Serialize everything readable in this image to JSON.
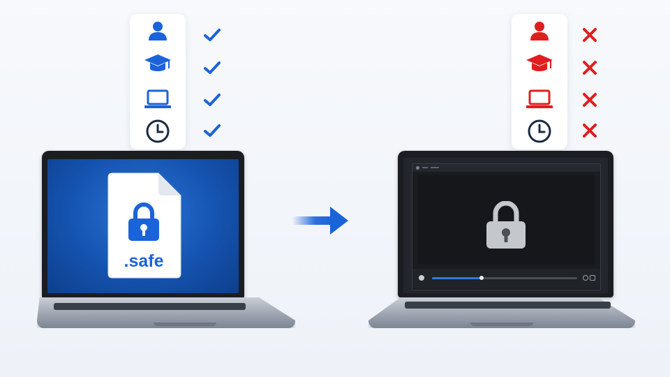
{
  "left_panel": {
    "status": "allowed",
    "accent_color": "#1b63d8",
    "items": [
      {
        "icon": "user-icon"
      },
      {
        "icon": "graduation-cap-icon"
      },
      {
        "icon": "laptop-icon"
      },
      {
        "icon": "clock-icon"
      }
    ],
    "mark_icon": "checkmark-icon"
  },
  "right_panel": {
    "status": "denied",
    "accent_color": "#e01e1e",
    "items": [
      {
        "icon": "user-icon"
      },
      {
        "icon": "graduation-cap-icon"
      },
      {
        "icon": "laptop-icon"
      },
      {
        "icon": "clock-icon"
      }
    ],
    "mark_icon": "x-mark-icon"
  },
  "left_laptop": {
    "screen_color": "#1657b5",
    "file": {
      "icon": "lock-icon",
      "label": ".safe"
    }
  },
  "arrow": {
    "icon": "arrow-right-icon",
    "color": "#1b63d8"
  },
  "right_laptop": {
    "screen_color": "#23262c",
    "player": {
      "icon": "lock-icon",
      "progress": 0.34
    }
  }
}
